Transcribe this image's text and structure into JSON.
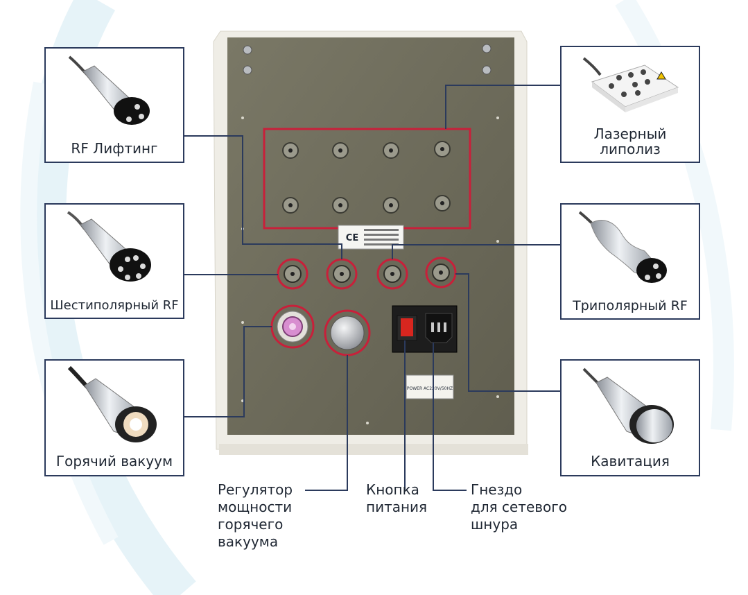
{
  "labels": {
    "rf_lifting": "RF Лифтинг",
    "laser_lipolysis_1": "Лазерный",
    "laser_lipolysis_2": "липолиз",
    "six_polar_rf": "Шестиполярный RF",
    "tripolar_rf": "Триполярный RF",
    "hot_vacuum": "Горячий вакуум",
    "cavitation": "Кавитация",
    "regulator_1": "Регулятор",
    "regulator_2": "мощности",
    "regulator_3": "горячего",
    "regulator_4": "вакуума",
    "power_button_1": "Кнопка",
    "power_button_2": "питания",
    "socket_1": "Гнездо",
    "socket_2": "для сетевого",
    "socket_3": "шнура"
  },
  "device": {
    "ce_mark": "CE",
    "power_plate": "POWER AC220V/50HZ"
  },
  "colors": {
    "panel": "#6f6d5c",
    "highlight": "#c8203a",
    "connector_line": "#2b3a5c",
    "box_border": "#2b3a5c"
  }
}
